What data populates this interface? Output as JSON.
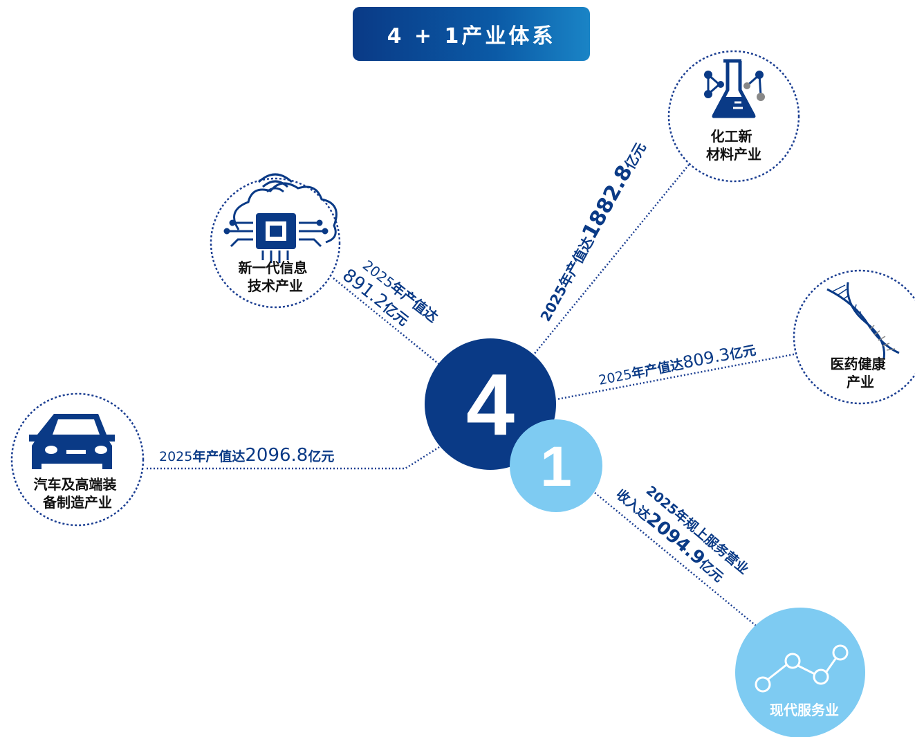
{
  "title": "4 + 1产业体系",
  "center": {
    "big_label": "4",
    "small_label": "1"
  },
  "nodes": {
    "it": {
      "line1": "新一代信息",
      "line2": "技术产业",
      "icon": "chip-cloud-icon",
      "value_line1_num": "2025",
      "value_line1_text": "年产值达",
      "value_line2_num": "891.2",
      "value_line2_text": "亿元"
    },
    "chem": {
      "line1": "化工新",
      "line2": "材料产业",
      "icon": "flask-molecule-icon",
      "value_num1": "2025",
      "value_text1": "年产值达",
      "value_num2": "1882.8",
      "value_text2": "亿元"
    },
    "med": {
      "line1": "医药健康",
      "line2": "产业",
      "icon": "dna-icon",
      "value_num1": "2025",
      "value_text1": "年产值达",
      "value_num2": "809.3",
      "value_text2": "亿元"
    },
    "auto": {
      "line1": "汽车及高端装",
      "line2": "备制造产业",
      "icon": "car-icon",
      "value_num1": "2025",
      "value_text1": "年产值达",
      "value_num2": "2096.8",
      "value_text2": "亿元"
    },
    "service": {
      "line1": "现代服务业",
      "icon": "line-chart-icon",
      "value_line1": "2025年规上服务营业",
      "value_line2_text1": "收入达",
      "value_line2_num": "2094.9",
      "value_line2_text2": "亿元"
    }
  },
  "colors": {
    "dark_blue": "#0a3a86",
    "light_blue": "#7ecbf2",
    "dotted_line": "#1c3f92",
    "circle_border": "#1c3f92"
  }
}
